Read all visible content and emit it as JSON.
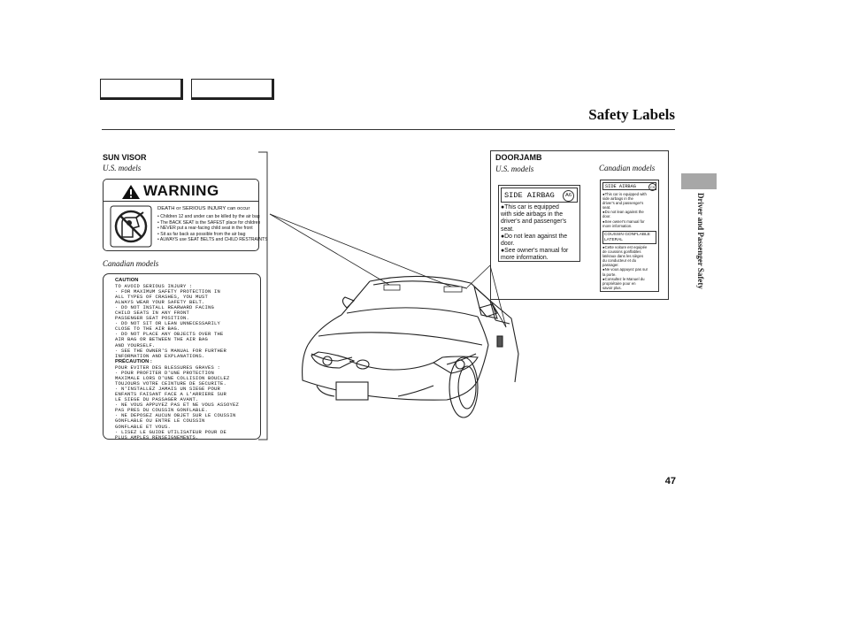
{
  "header": {
    "title": "Safety Labels"
  },
  "sidebar": {
    "section_label": "Driver and Passenger Safety"
  },
  "page_number": "47",
  "sun_visor": {
    "heading": "SUN VISOR",
    "us_label": "U.S. models",
    "canadian_label": "Canadian models",
    "warning_title": "WARNING",
    "warning_headline": "DEATH or SERIOUS INJURY can occur",
    "warning_items": [
      "• Children 12 and under can be killed by the air bag",
      "• The BACK SEAT is the SAFEST place for children",
      "• NEVER put a rear-facing child seat in the front",
      "• Sit as far back as possible from the air bag",
      "• ALWAYS use SEAT BELTS and CHILD RESTRAINTS"
    ],
    "caution_heading": "CAUTION",
    "caution_lines": [
      "TO AVOID SERIOUS INJURY :",
      "· FOR MAXIMUM SAFETY PROTECTION IN",
      "  ALL TYPES OF CRASHES, YOU MUST",
      "  ALWAYS WEAR YOUR SAFETY BELT.",
      "· DO NOT INSTALL REARWARD FACING",
      "  CHILD SEATS IN ANY FRONT",
      "  PASSENGER SEAT POSITION.",
      "· DO NOT SIT OR LEAN UNNECESSARILY",
      "  CLOSE TO THE AIR BAG.",
      "· DO NOT PLACE ANY OBJECTS OVER THE",
      "  AIR BAG OR BETWEEN THE AIR BAG",
      "  AND YOURSELF.",
      "· SEE THE OWNER'S MANUAL FOR FURTHER",
      "  INFORMATION AND EXPLANATIONS."
    ],
    "precaution_heading": "PRÉCAUTION :",
    "precaution_lines": [
      "POUR EVITER DES BLESSURES GRAVES :",
      "· POUR PROFITER D'UNE PROTECTION",
      "  MAXIMALE LORS D'UNE COLLISION BOUCLEZ",
      "  TOUJOURS VOTRE CEINTURE DE SECURITE.",
      "· N'INSTALLEZ JAMAIS UN SIEGE POUR",
      "  ENFANTS FAISANT FACE A L'ARRIERE SUR",
      "  LE SIEGE DU PASSAGER AVANT.",
      "· NE VOUS APPUYEZ PAS ET NE VOUS ASSOYEZ",
      "  PAS PRES DU COUSSIN GONFLABLE.",
      "· NE DEPOSEZ AUCUN OBJET SUR LE COUSSIN",
      "  GONFLABLE OU ENTRE LE COUSSIN",
      "  GONFLABLE ET VOUS.",
      "· LISEZ LE GUIDE UTILISATEUR POUR DE",
      "  PLUS AMPLES RENSEIGNEMENTS."
    ]
  },
  "doorjamb": {
    "heading": "DOORJAMB",
    "us_label": "U.S. models",
    "canadian_label": "Canadian models",
    "us_title": "SIDE  AIRBAG",
    "us_code": "A6",
    "us_lines": [
      "●This car is equipped",
      "  with side airbags in the",
      "  driver's and passenger's",
      "  seat.",
      "●Do not lean against the",
      "  door.",
      "●See owner's manual for",
      "  more information."
    ],
    "ca_title": "SIDE AIRBAG",
    "ca_code": "C9",
    "ca_en_lines": [
      "●This car is equipped with",
      "  side airbags in the",
      "  driver's and passenger's",
      "  seat.",
      "●Do not lean against the",
      "  door.",
      "●See owner's manual for",
      "  more information."
    ],
    "ca_fr_title": "COUSSIN GONFLABLE",
    "ca_fr_title2": "LATERAL",
    "ca_fr_lines": [
      "●Cette voiture est equipée",
      "  de coussins gonflables",
      "  latéraux dans les sièges",
      "  du conducteur et du",
      "  passager.",
      "●Ne vous appuyez pas sur",
      "  la porte.",
      "●Consultez le Manuel du",
      "  propriétaire pour en",
      "  savoir plus."
    ]
  }
}
